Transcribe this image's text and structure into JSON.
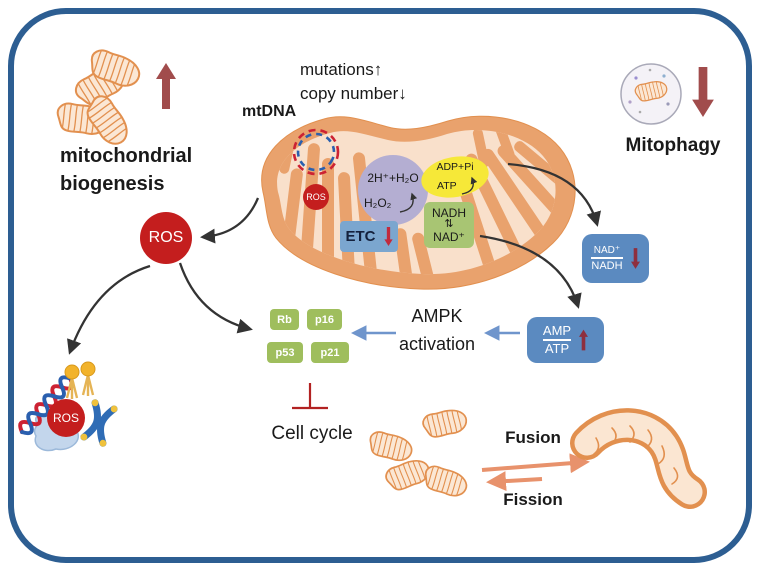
{
  "colors": {
    "border_blue": "#2d5e92",
    "mito_membrane": "#e9a26d",
    "mito_matrix": "#f9e0cb",
    "mito_outline": "#e2904f",
    "ros_red": "#c41e1e",
    "ratio_box_blue": "#5b8ac0",
    "etc_box_blue": "#7ba6cf",
    "inhibitor_green": "#9fbe5d",
    "nadh_green": "#a8c573",
    "proton_purple": "#b4aed2",
    "atp_yellow": "#f6e838",
    "dark_red_arrow": "#a14c4c",
    "small_red_arrow": "#a03540",
    "black_arrow": "#333333",
    "blue_arrow": "#6f95cc",
    "salmon_arrow": "#e8926c",
    "inhibition_red": "#b22222"
  },
  "labels": {
    "mtdna": "mtDNA",
    "mutations": "mutations↑",
    "copy_number": "copy number↓",
    "biogenesis_line1": "mitochondrial",
    "biogenesis_line2": "biogenesis",
    "mitophagy": "Mitophagy",
    "ros": "ROS",
    "ampk_line1": "AMPK",
    "ampk_line2": "activation",
    "cell_cycle": "Cell cycle",
    "fusion": "Fusion",
    "fission": "Fission"
  },
  "organelle": {
    "proton_line1": "2H⁺+H₂O",
    "proton_line2": "H₂O₂",
    "adp": "ADP+Pi",
    "atp": "ATP",
    "nadh": "NADH",
    "nadh_exchange": "⇅",
    "nad": "NAD⁺",
    "etc": "ETC"
  },
  "ratios": {
    "nad_num": "NAD⁺",
    "nad_den": "NADH",
    "amp_num": "AMP",
    "amp_den": "ATP"
  },
  "inhibitors": [
    "Rb",
    "p16",
    "p53",
    "p21"
  ]
}
